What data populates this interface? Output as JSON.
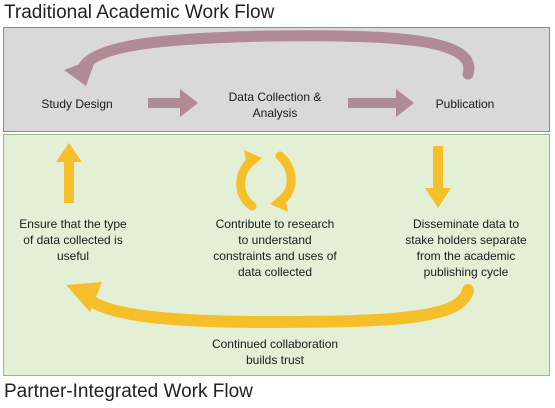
{
  "titles": {
    "traditional": "Traditional Academic Work Flow",
    "partner": "Partner-Integrated  Work Flow"
  },
  "traditional_steps": {
    "study_design": "Study Design",
    "data_collection_line1": "Data Collection &",
    "data_collection_line2": "Analysis",
    "publication": "Publication"
  },
  "partner_steps": {
    "ensure": [
      "Ensure that the type",
      "of data collected is",
      "useful"
    ],
    "contribute": [
      "Contribute to research",
      "to understand",
      "constraints and uses of",
      "data collected"
    ],
    "disseminate": [
      "Disseminate data to",
      "stake holders separate",
      "from the academic",
      "publishing cycle"
    ],
    "trust": [
      "Continued collaboration",
      "builds trust"
    ]
  },
  "colors": {
    "gray_panel": "#d9d9d9",
    "green_panel": "#e3f0d6",
    "mauve_arrow": "#b08a94",
    "yellow_arrow": "#f5bf2a"
  }
}
